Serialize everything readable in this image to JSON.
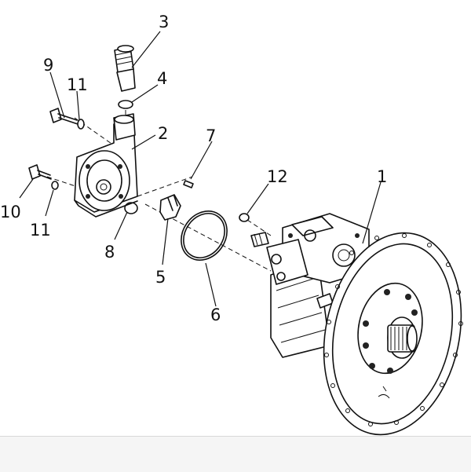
{
  "callouts": {
    "c1": "1",
    "c2": "2",
    "c3": "3",
    "c4": "4",
    "c5": "5",
    "c6": "6",
    "c7": "7",
    "c8": "8",
    "c9": "9",
    "c10": "10",
    "c11a": "11",
    "c11b": "11",
    "c12": "12"
  },
  "colors": {
    "ink": "#111111",
    "footer": "#f5f5f5"
  }
}
